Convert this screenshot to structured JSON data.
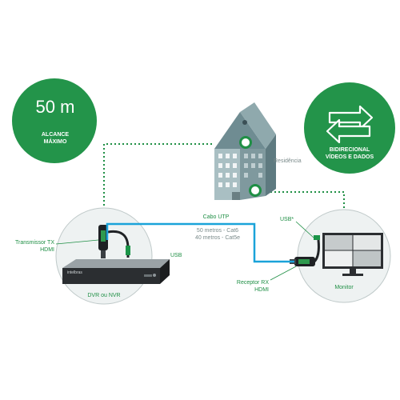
{
  "badges": {
    "range": {
      "value": "50 m",
      "line1": "ALCANCE",
      "line2": "MÁXIMO"
    },
    "bidirectional": {
      "line1": "BIDIRECIONAL",
      "line2": "VÍDEOS E DADOS"
    }
  },
  "labels": {
    "residencia": "Residência",
    "cabo_utp": "Cabo UTP",
    "distance_cat6": "50 metros - Cat6",
    "distance_cat5e": "40 metros - Cat5e",
    "usb_left": "USB",
    "usb_right": "USB*",
    "transmissor_line1": "Transmissor TX",
    "transmissor_line2": "HDMI",
    "receptor_line1": "Receptor RX",
    "receptor_line2": "HDMI",
    "dvr": "DVR ou NVR",
    "monitor": "Monitor",
    "dvr_brand": "intelbras"
  },
  "colors": {
    "green": "#1f8f45",
    "badge_green": "#23944a",
    "cable_blue": "#1aa3d9",
    "circle_fill": "#eef2f2",
    "circle_stroke": "#bfc9c9"
  }
}
